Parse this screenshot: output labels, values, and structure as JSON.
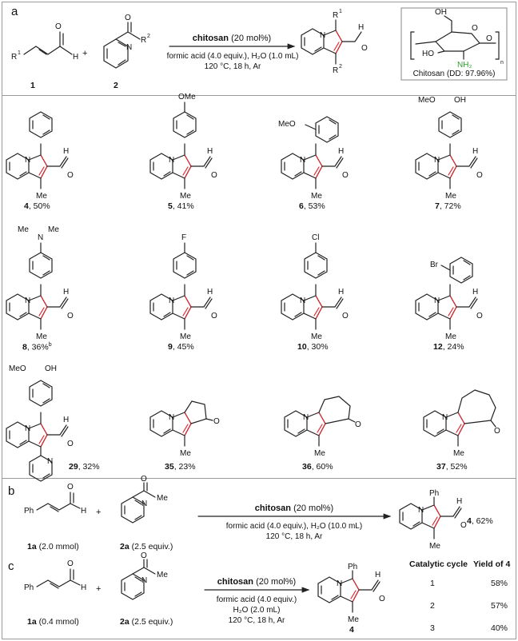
{
  "panels": {
    "a": "a",
    "b": "b",
    "c": "c"
  },
  "scheme_a": {
    "r1_sub": "1",
    "cmp1": "1",
    "cmp2": "2",
    "catalyst": "chitosan",
    "loading": "(20 mol%)",
    "cond1": "formic acid (4.0 equiv.), H₂O (1.0 mL)",
    "cond2": "120 °C, 18 h, Ar",
    "chitosan_label": "Chitosan (DD: 97.96%)"
  },
  "products": [
    {
      "id": "4",
      "yield": ", 50%"
    },
    {
      "id": "5",
      "yield": ", 41%"
    },
    {
      "id": "6",
      "yield": ", 53%"
    },
    {
      "id": "7",
      "yield": ", 72%"
    },
    {
      "id": "8",
      "yield": ", 36%",
      "note": "b"
    },
    {
      "id": "9",
      "yield": ", 45%"
    },
    {
      "id": "10",
      "yield": ", 30%"
    },
    {
      "id": "12",
      "yield": ", 24%"
    },
    {
      "id": "29",
      "yield": ", 32%"
    },
    {
      "id": "35",
      "yield": ", 23%"
    },
    {
      "id": "36",
      "yield": ", 60%"
    },
    {
      "id": "37",
      "yield": ", 52%"
    }
  ],
  "scheme_b": {
    "cmp1": "1a",
    "cmp1_amt": " (2.0 mmol)",
    "cmp2": "2a",
    "cmp2_amt": " (2.5 equiv.)",
    "catalyst": "chitosan",
    "loading": "(20 mol%)",
    "cond1": "formic acid (4.0 equiv.), H₂O (10.0 mL)",
    "cond2": "120 °C, 18 h, Ar",
    "product": "4",
    "yield": ", 62%"
  },
  "scheme_c": {
    "cmp1": "1a",
    "cmp1_amt": " (0.4 mmol)",
    "cmp2": "2a",
    "cmp2_amt": " (2.5 equiv.)",
    "catalyst": "chitosan",
    "loading": "(20 mol%)",
    "cond1": "formic acid (4.0 equiv.)",
    "cond2": "H₂O (2.0 mL)",
    "cond3": "120 °C, 18 h, Ar",
    "product": "4",
    "table_headers": [
      "Catalytic cycle",
      "Yield of 4"
    ],
    "table_rows": [
      [
        "1",
        "58%"
      ],
      [
        "2",
        "57%"
      ],
      [
        "3",
        "40%"
      ]
    ]
  },
  "atoms": {
    "O": "O",
    "H": "H",
    "N": "N",
    "Me": "Me",
    "OMe": "OMe",
    "MeO": "MeO",
    "OH": "OH",
    "HO": "HO",
    "NH2": "NH₂",
    "F": "F",
    "Cl": "Cl",
    "Br": "Br",
    "Ph": "Ph",
    "R": "R",
    "one": "1",
    "two": "2",
    "n": "n"
  }
}
